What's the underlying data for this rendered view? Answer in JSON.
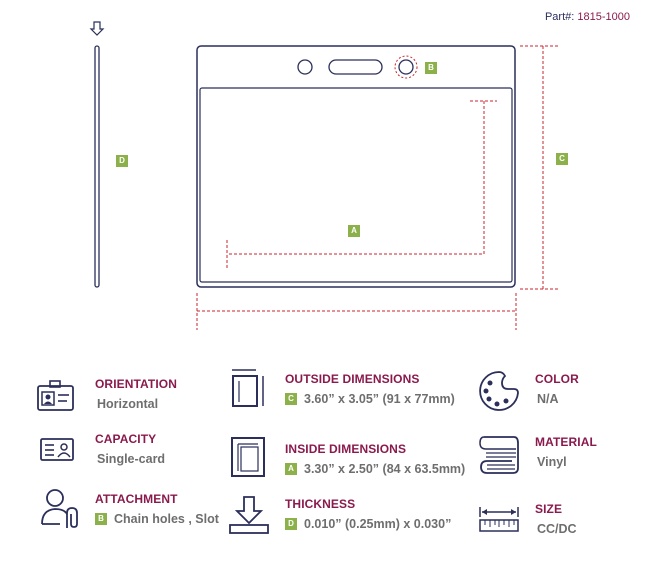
{
  "part": {
    "label": "Part#:",
    "number": "1815-1000"
  },
  "badges": {
    "a": "A",
    "b": "B",
    "c": "C",
    "d": "D"
  },
  "specs": {
    "orientation": {
      "title": "ORIENTATION",
      "value": "Horizontal",
      "icon": "id-badge-icon"
    },
    "capacity": {
      "title": "CAPACITY",
      "value": "Single-card",
      "icon": "id-card-icon"
    },
    "attachment": {
      "title": "ATTACHMENT",
      "badge": "B",
      "value": "Chain holes , Slot",
      "icon": "person-clip-icon"
    },
    "outside": {
      "title": "OUTSIDE DIMENSIONS",
      "badge": "C",
      "value": "3.60” x 3.05” (91 x 77mm)",
      "icon": "outside-dimensions-icon"
    },
    "inside": {
      "title": "INSIDE DIMENSIONS",
      "badge": "A",
      "value": "3.30” x 2.50” (84 x 63.5mm)",
      "icon": "inside-dimensions-icon"
    },
    "thickness": {
      "title": "THICKNESS",
      "badge": "D",
      "value": "0.010” (0.25mm) x 0.030”",
      "icon": "thickness-arrow-icon"
    },
    "color": {
      "title": "COLOR",
      "value": "N/A",
      "icon": "palette-icon"
    },
    "material": {
      "title": "MATERIAL",
      "value": "Vinyl",
      "icon": "material-roll-icon"
    },
    "size": {
      "title": "SIZE",
      "value": "CC/DC",
      "icon": "ruler-icon"
    }
  },
  "colors": {
    "navy": "#2b2f5a",
    "maroon": "#8a1a4d",
    "green": "#8cb14a",
    "dashed_red": "#c8242b"
  }
}
